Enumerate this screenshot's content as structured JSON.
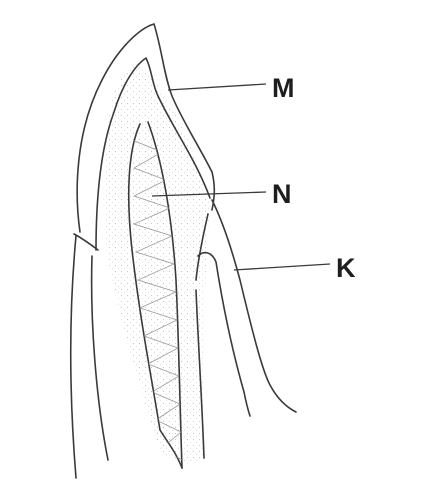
{
  "labels": {
    "m": "M",
    "n": "N",
    "k": "K"
  },
  "colors": {
    "stroke": "#3a3a3a",
    "stipple": "#b8b8b8",
    "label": "#1e1e1e",
    "background": "#ffffff"
  }
}
